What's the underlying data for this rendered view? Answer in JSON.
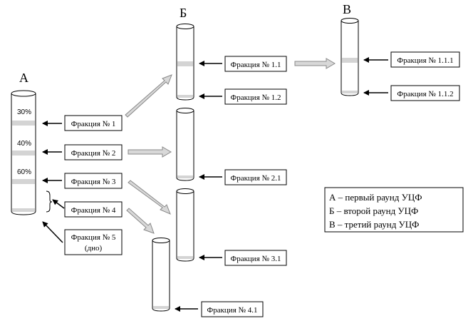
{
  "round_labels": {
    "a": "А",
    "b": "Б",
    "c": "В"
  },
  "gradient_labels": [
    "30%",
    "40%",
    "60%"
  ],
  "fractions": {
    "f1": "Фракция № 1",
    "f2": "Фракция № 2",
    "f3": "Фракция № 3",
    "f4": "Фракция № 4",
    "f5_line1": "Фракция № 5",
    "f5_line2": "(дно)",
    "f1_1": "Фракция № 1.1",
    "f1_2": "Фракция № 1.2",
    "f2_1": "Фракция № 2.1",
    "f3_1": "Фракция № 3.1",
    "f4_1": "Фракция № 4.1",
    "f1_1_1": "Фракция № 1.1.1",
    "f1_1_2": "Фракция № 1.1.2"
  },
  "legend": [
    "А – первый раунд УЦФ",
    "Б – второй раунд УЦФ",
    "В – третий раунд УЦФ"
  ]
}
